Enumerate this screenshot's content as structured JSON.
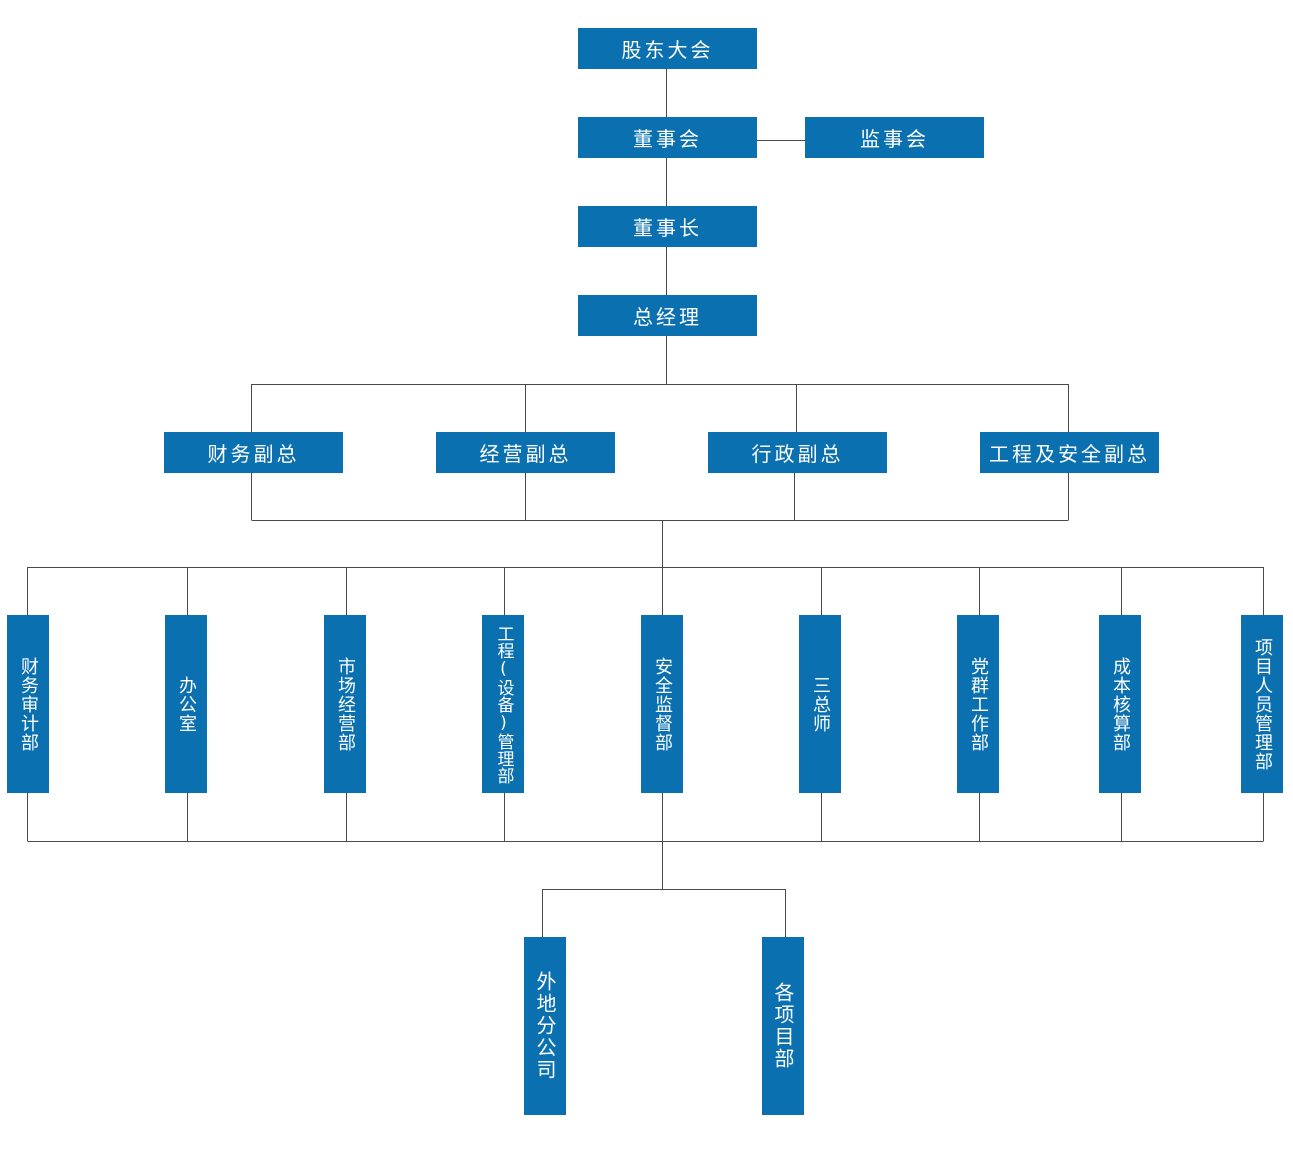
{
  "top": {
    "shareholders": "股东大会",
    "board": "董事会",
    "supervisors": "监事会",
    "chairman": "董事长",
    "general_manager": "总经理"
  },
  "vps": [
    "财务副总",
    "经营副总",
    "行政副总",
    "工程及安全副总"
  ],
  "departments": [
    "财务审计部",
    "办公室",
    "市场经营部",
    "工程(设备)管理部",
    "安全监督部",
    "三总师",
    "党群工作部",
    "成本核算部",
    "项目人员管理部"
  ],
  "units": [
    "外地分公司",
    "各项目部"
  ],
  "colors": {
    "box": "#0a70b0",
    "line": "#4a4a4a",
    "text": "#ffffff"
  }
}
